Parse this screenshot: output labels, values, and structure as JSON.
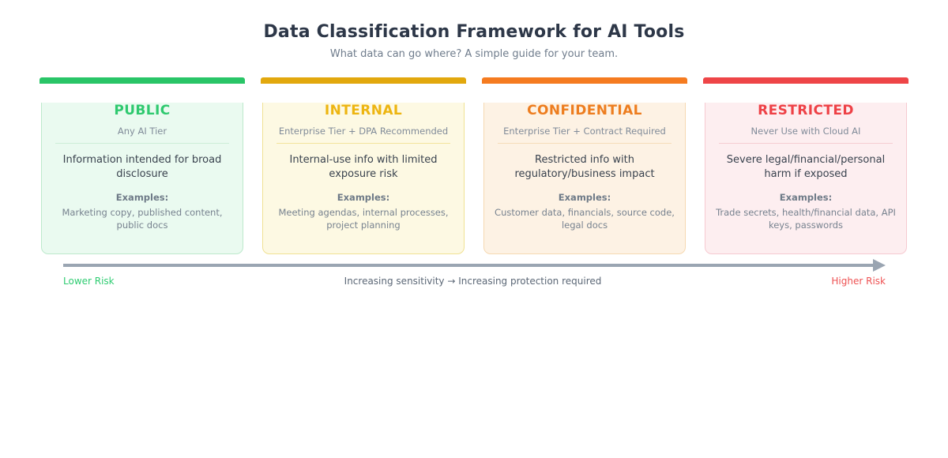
{
  "header": {
    "title": "Data Classification Framework for AI Tools",
    "subtitle": "What data can go where? A simple guide for your team."
  },
  "cards": [
    {
      "id": "public",
      "title": "PUBLIC",
      "tier": "Any AI Tier",
      "description": "Information intended for broad disclosure",
      "examples_label": "Examples:",
      "examples": "Marketing copy, published content, public docs",
      "colors": {
        "bar": "#29c567",
        "bg": "#eafaf0",
        "border": "#bde9cc",
        "divider": "#cdeed8",
        "title": "#2fc96f"
      }
    },
    {
      "id": "internal",
      "title": "INTERNAL",
      "tier": "Enterprise Tier + DPA Recommended",
      "description": "Internal-use info with limited exposure risk",
      "examples_label": "Examples:",
      "examples": "Meeting agendas, internal processes, project planning",
      "colors": {
        "bar": "#e2a80d",
        "bg": "#fdf9e3",
        "border": "#f0e193",
        "divider": "#f2e49c",
        "title": "#edb511"
      }
    },
    {
      "id": "confidential",
      "title": "CONFIDENTIAL",
      "tier": "Enterprise Tier + Contract Required",
      "description": "Restricted info with regulatory/business impact",
      "examples_label": "Examples:",
      "examples": "Customer data, financials, source code, legal docs",
      "colors": {
        "bar": "#f57b20",
        "bg": "#fdf2e4",
        "border": "#f6d9b2",
        "divider": "#f5ddb9",
        "title": "#ed7d1f"
      }
    },
    {
      "id": "restricted",
      "title": "RESTRICTED",
      "tier": "Never Use with Cloud AI",
      "description": "Severe legal/financial/personal harm if exposed",
      "examples_label": "Examples:",
      "examples": "Trade secrets, health/financial data, API keys, passwords",
      "colors": {
        "bar": "#ee4547",
        "bg": "#fdeef0",
        "border": "#f6cad1",
        "divider": "#f5ccd2",
        "title": "#ee4146"
      }
    }
  ],
  "risk_axis": {
    "lower_label": "Lower Risk",
    "center_label": "Increasing sensitivity →  Increasing protection required",
    "higher_label": "Higher Risk",
    "lower_color": "#2ecc71",
    "higher_color": "#ee5253",
    "line_color": "#9aa5b2"
  }
}
